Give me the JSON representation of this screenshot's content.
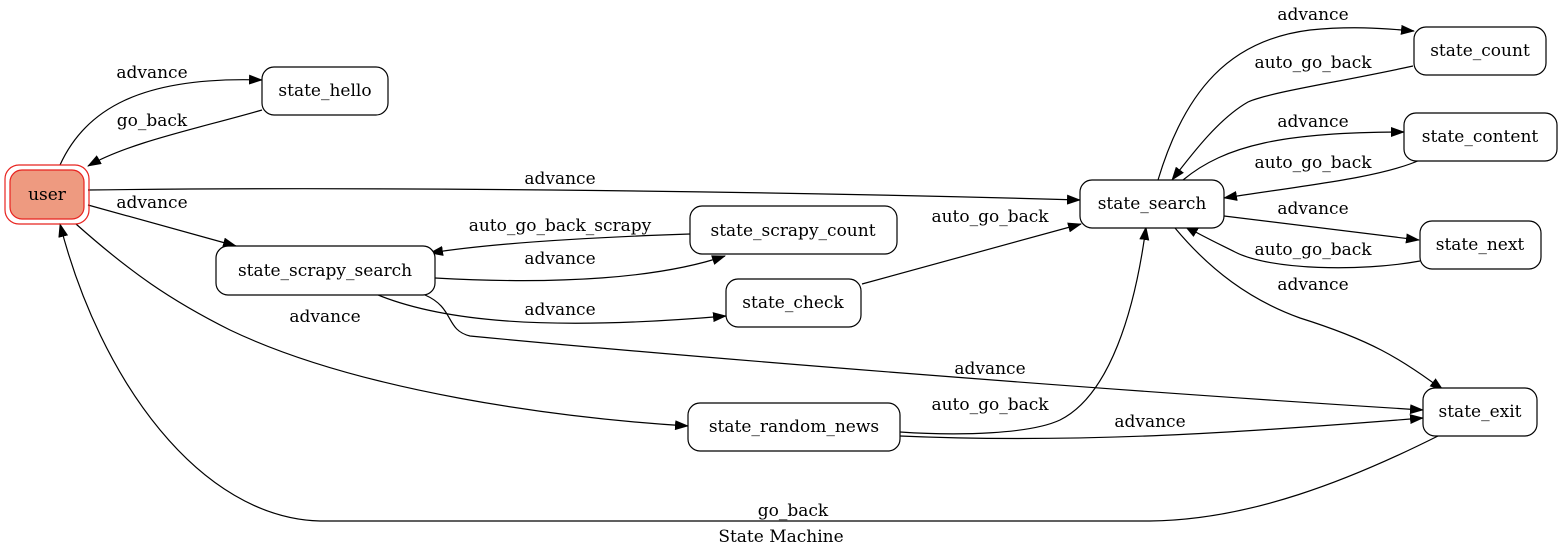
{
  "diagram": {
    "caption": "State Machine",
    "colors": {
      "initial_fill": "#ee9a80",
      "initial_stroke": "#e8231f",
      "edge": "#000000"
    },
    "nodes": {
      "user": "user",
      "state_hello": "state_hello",
      "state_scrapy_search": "state_scrapy_search",
      "state_scrapy_count": "state_scrapy_count",
      "state_check": "state_check",
      "state_random_news": "state_random_news",
      "state_search": "state_search",
      "state_count": "state_count",
      "state_content": "state_content",
      "state_next": "state_next",
      "state_exit": "state_exit"
    },
    "edges": [
      {
        "from": "user",
        "to": "state_hello",
        "label": "advance"
      },
      {
        "from": "state_hello",
        "to": "user",
        "label": "go_back"
      },
      {
        "from": "user",
        "to": "state_search",
        "label": "advance"
      },
      {
        "from": "user",
        "to": "state_scrapy_search",
        "label": "advance"
      },
      {
        "from": "user",
        "to": "state_random_news",
        "label": "advance"
      },
      {
        "from": "state_scrapy_search",
        "to": "state_scrapy_count",
        "label": "advance"
      },
      {
        "from": "state_scrapy_count",
        "to": "state_scrapy_search",
        "label": "auto_go_back_scrapy"
      },
      {
        "from": "state_scrapy_search",
        "to": "state_check",
        "label": "advance"
      },
      {
        "from": "state_scrapy_search",
        "to": "state_exit",
        "label": "advance"
      },
      {
        "from": "state_check",
        "to": "state_search",
        "label": "auto_go_back"
      },
      {
        "from": "state_random_news",
        "to": "state_search",
        "label": "auto_go_back"
      },
      {
        "from": "state_random_news",
        "to": "state_exit",
        "label": "advance"
      },
      {
        "from": "state_search",
        "to": "state_count",
        "label": "advance"
      },
      {
        "from": "state_count",
        "to": "state_search",
        "label": "auto_go_back"
      },
      {
        "from": "state_search",
        "to": "state_content",
        "label": "advance"
      },
      {
        "from": "state_content",
        "to": "state_search",
        "label": "auto_go_back"
      },
      {
        "from": "state_search",
        "to": "state_next",
        "label": "advance"
      },
      {
        "from": "state_next",
        "to": "state_search",
        "label": "auto_go_back"
      },
      {
        "from": "state_search",
        "to": "state_exit",
        "label": "advance"
      },
      {
        "from": "state_exit",
        "to": "user",
        "label": "go_back"
      }
    ]
  }
}
